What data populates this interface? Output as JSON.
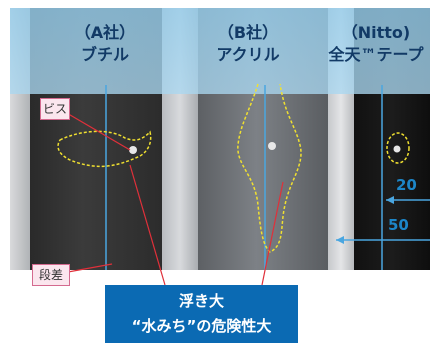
{
  "samples": [
    {
      "maker": "（A社）",
      "material": "ブチル"
    },
    {
      "maker": "（B社）",
      "material": "アクリル"
    },
    {
      "maker": "（Nitto)",
      "material": "全天™テープ"
    }
  ],
  "callouts": {
    "screw": "ビス",
    "step": "段差"
  },
  "banner": {
    "line1": "浮き大",
    "line2": "“水みち”の危険性大"
  },
  "dimensions": {
    "small": "20",
    "large": "50"
  },
  "colors": {
    "header_text": "#123a66",
    "header_band": "#9fd3ef",
    "dashed_outline": "#f0e030",
    "guide_line": "#4aa6e0",
    "pointer": "#e0303a",
    "banner": "#0b6ab3",
    "callout_bg": "#fbe6ee"
  }
}
